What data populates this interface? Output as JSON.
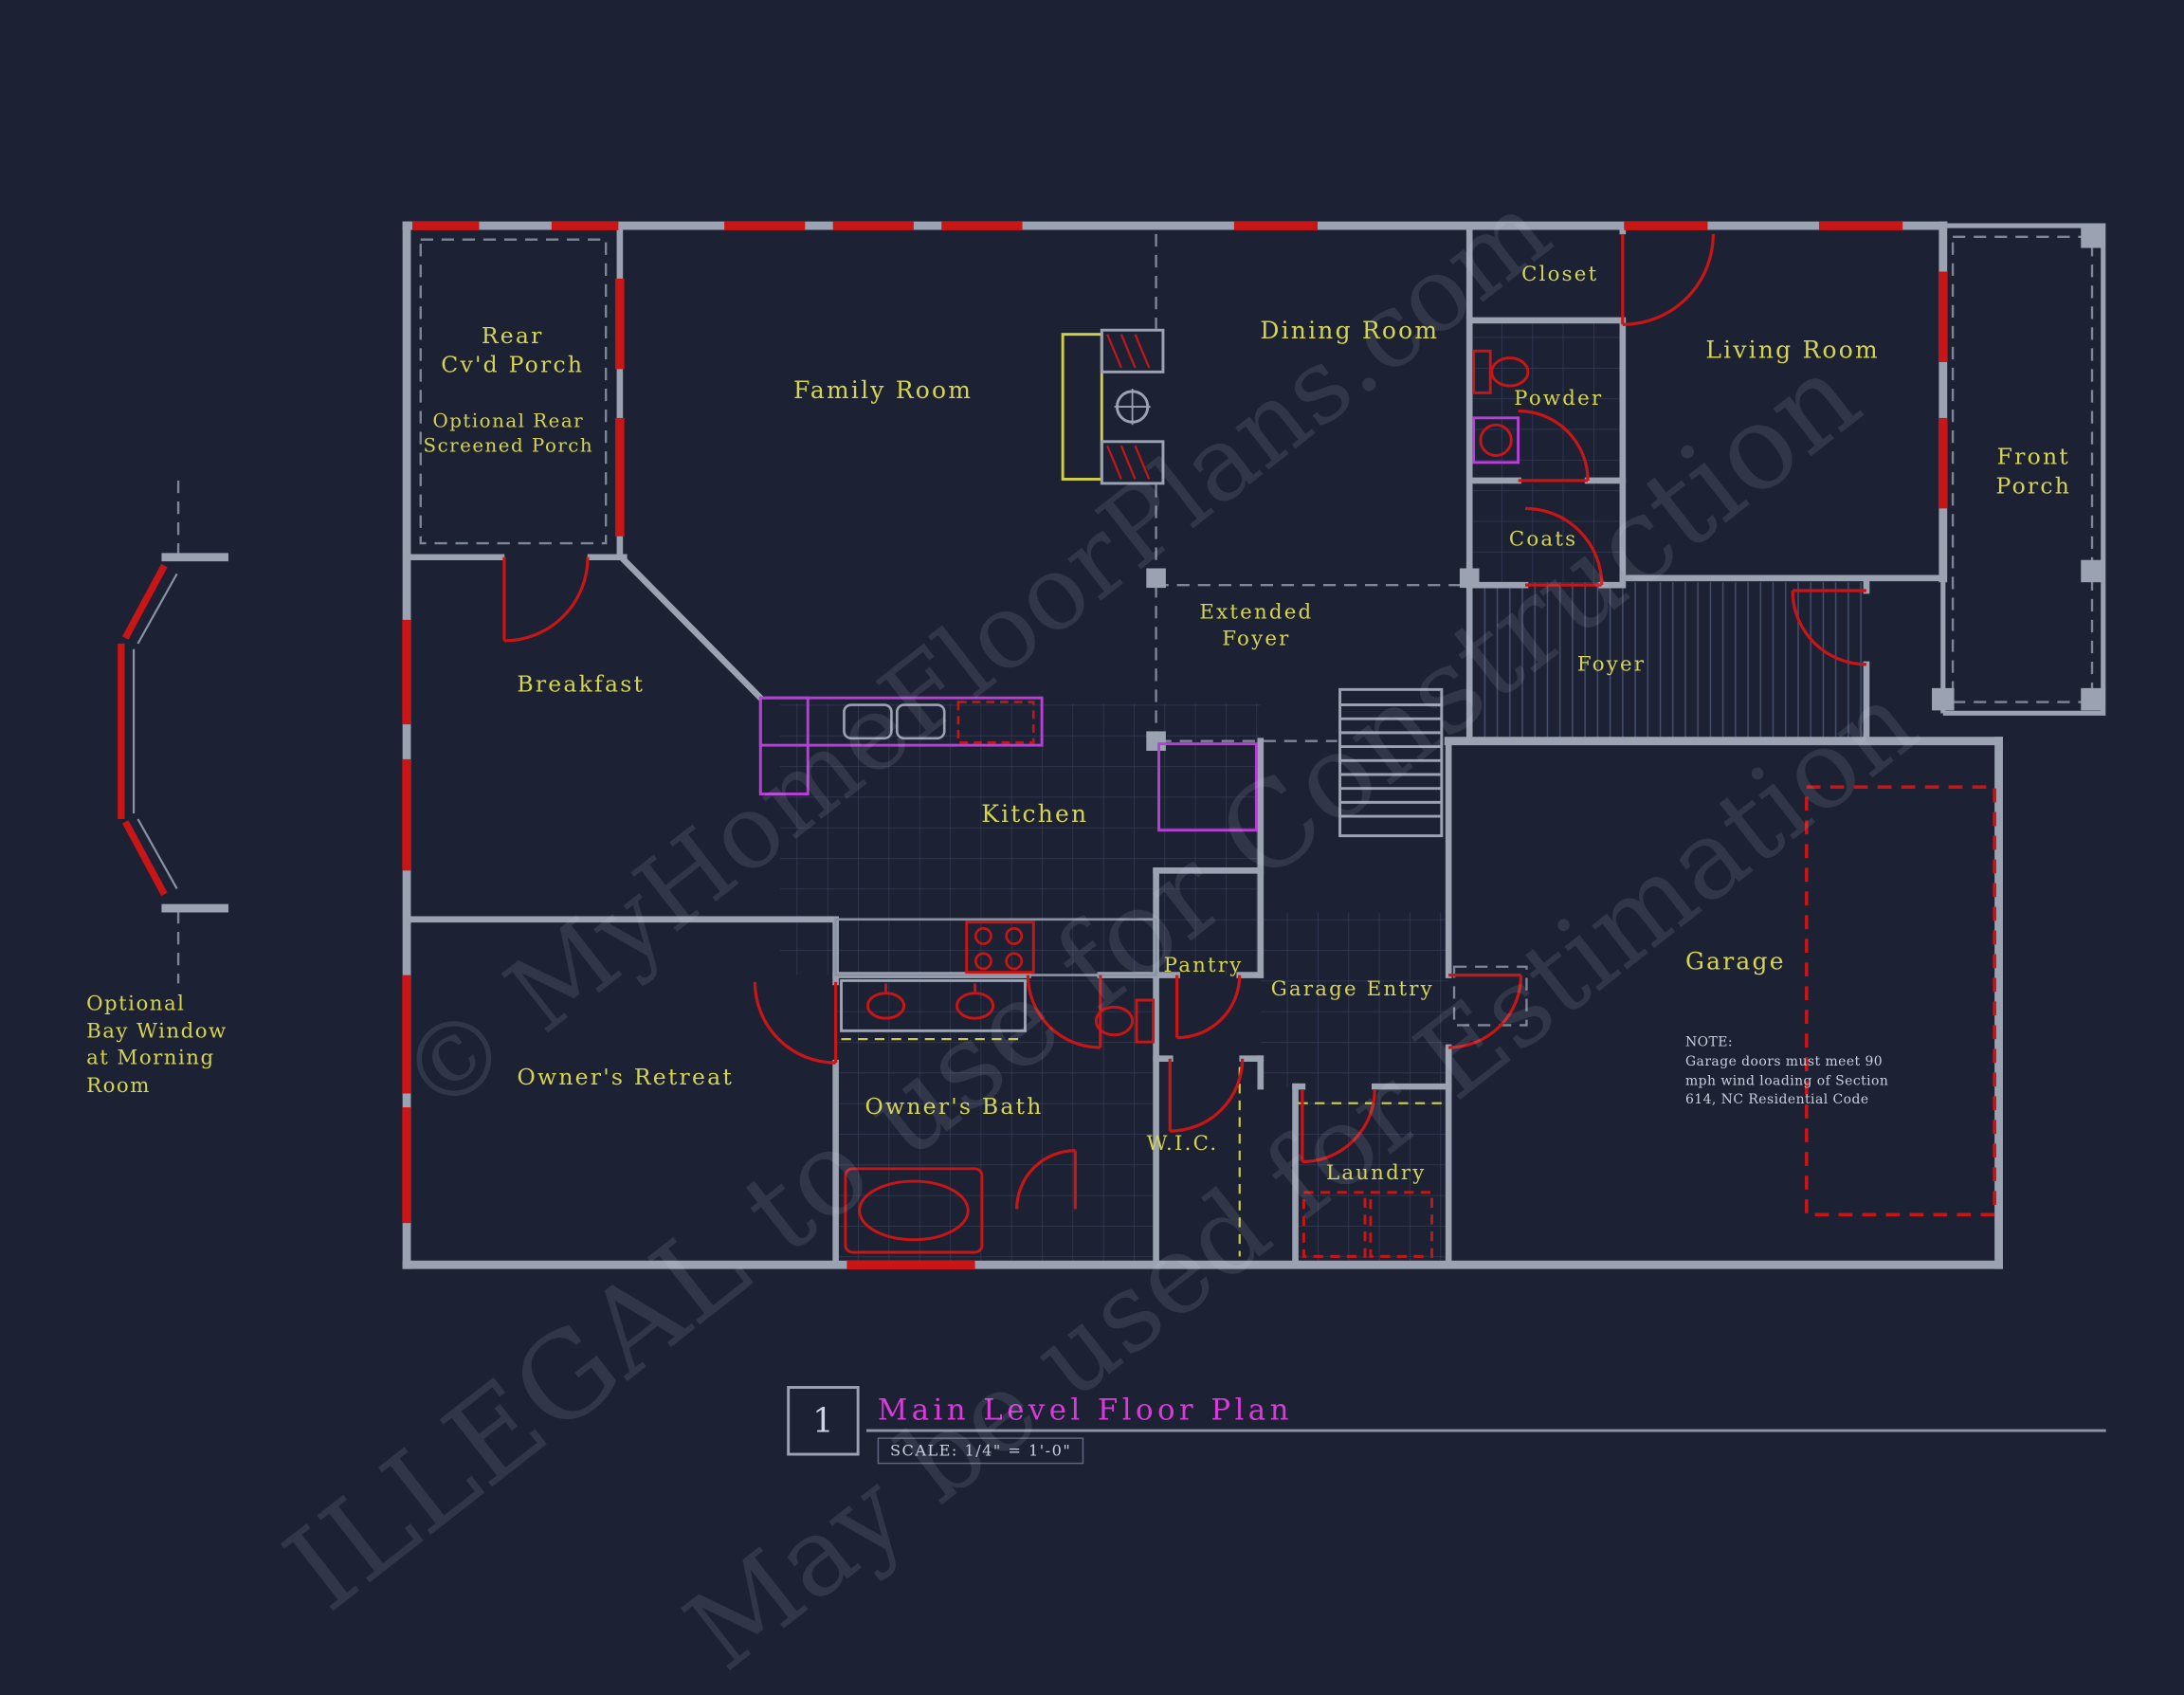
{
  "palette": {
    "background": "#1c2134",
    "walls": "#9ba3b2",
    "windows_doors": "#c81616",
    "room_labels": "#d6d64e",
    "cabinetry": "#b83fd6",
    "title": "#d83bd8",
    "note_text": "#c9cfdc"
  },
  "rooms": {
    "rear_porch": "Rear\nCv'd Porch",
    "optional_rear": "Optional Rear\nScreened Porch",
    "family_room": "Family Room",
    "dining_room": "Dining Room",
    "closet": "Closet",
    "powder": "Powder",
    "living_room": "Living Room",
    "front_porch": "Front\nPorch",
    "coats": "Coats",
    "extended_foyer": "Extended\nFoyer",
    "foyer": "Foyer",
    "breakfast": "Breakfast",
    "kitchen": "Kitchen",
    "pantry": "Pantry",
    "garage_entry": "Garage Entry",
    "garage": "Garage",
    "owners_retreat": "Owner's Retreat",
    "owners_bath": "Owner's Bath",
    "wic": "W.I.C.",
    "laundry": "Laundry"
  },
  "annotations": {
    "bay_window": "Optional\nBay Window\nat Morning\nRoom",
    "garage_note": "NOTE:\nGarage doors must meet 90\nmph wind loading of Section\n614, NC Residential Code"
  },
  "title_block": {
    "sheet_number": "1",
    "title": "Main Level Floor Plan",
    "scale": "SCALE: 1/4\" = 1'-0\""
  },
  "watermark": {
    "line1": "© MyHomeFloorPlans.com",
    "line2": "ILLEGAL to use for Construction",
    "line3": "May be used for Estimation"
  }
}
